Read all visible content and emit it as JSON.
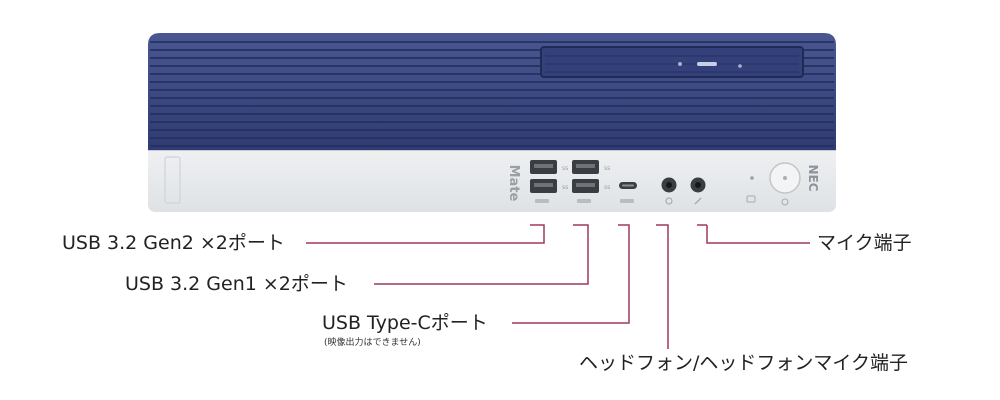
{
  "device": {
    "brand_logo": "NEC",
    "model_logo": "Mate"
  },
  "callouts": {
    "usb_gen2": "USB 3.2 Gen2 ×2ポート",
    "usb_gen1": "USB 3.2 Gen1 ×2ポート",
    "usb_typec": "USB Type-Cポート",
    "usb_typec_note": "(映像出力はできません)",
    "headphone": "ヘッドフォン/ヘッドフォンマイク端子",
    "mic": "マイク端子"
  },
  "colors": {
    "chassis_blue": "#3c4a86",
    "front_panel": "#e8eaec",
    "leader_line": "#9e3a5a"
  }
}
